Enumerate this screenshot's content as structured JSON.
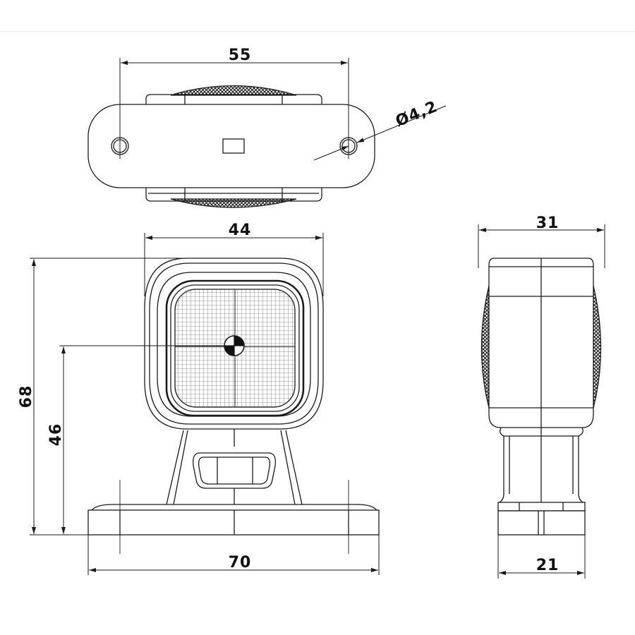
{
  "dimensions": {
    "top_width": "55",
    "hole_diameter": "Ø4,2",
    "front_width": "44",
    "total_height": "68",
    "center_height": "46",
    "base_width": "70",
    "side_depth": "31",
    "side_base_depth": "21"
  },
  "colors": {
    "line": "#1a1a1a",
    "background": "#ffffff"
  }
}
